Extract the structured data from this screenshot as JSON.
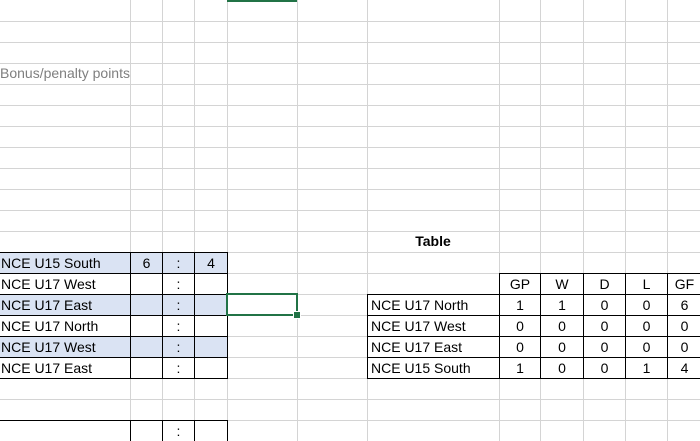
{
  "notes": {
    "bonus_label": "Bonus/penalty points"
  },
  "matches": [
    {
      "team": "NCE U15 South",
      "home": "6",
      "sep": ":",
      "away": "4",
      "highlight": true
    },
    {
      "team": "NCE U17 West",
      "home": "",
      "sep": ":",
      "away": "",
      "highlight": false
    },
    {
      "team": "NCE U17 East",
      "home": "",
      "sep": ":",
      "away": "",
      "highlight": true
    },
    {
      "team": "NCE U17 North",
      "home": "",
      "sep": ":",
      "away": "",
      "highlight": false
    },
    {
      "team": "NCE U17 West",
      "home": "",
      "sep": ":",
      "away": "",
      "highlight": true
    },
    {
      "team": "NCE U17 East",
      "home": "",
      "sep": ":",
      "away": "",
      "highlight": false
    }
  ],
  "bottom_match": {
    "team": "",
    "home": "",
    "sep": ":",
    "away": ""
  },
  "standings": {
    "title": "Table",
    "headers": [
      "GP",
      "W",
      "D",
      "L",
      "GF"
    ],
    "rows": [
      {
        "team": "NCE U17 North",
        "values": [
          "1",
          "1",
          "0",
          "0",
          "6"
        ]
      },
      {
        "team": "NCE U17 West",
        "values": [
          "0",
          "0",
          "0",
          "0",
          "0"
        ]
      },
      {
        "team": "NCE U17 East",
        "values": [
          "0",
          "0",
          "0",
          "0",
          "0"
        ]
      },
      {
        "team": "NCE U15 South",
        "values": [
          "1",
          "0",
          "0",
          "1",
          "4"
        ]
      }
    ]
  },
  "colors": {
    "selection": "#217346",
    "row_highlight": "#dae3f3",
    "gridline": "#d4d4d4"
  }
}
